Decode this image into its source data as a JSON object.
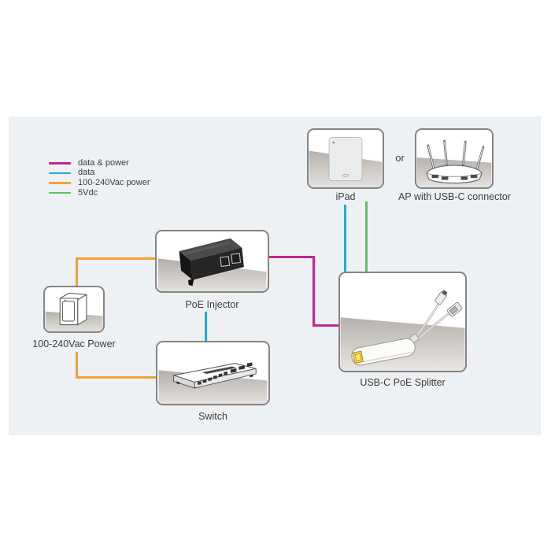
{
  "diagram": {
    "legend": {
      "items": [
        {
          "label": "data & power",
          "color_key": "line-magenta"
        },
        {
          "label": "data",
          "color_key": "line-blue"
        },
        {
          "label": "100-240Vac power",
          "color_key": "line-orange"
        },
        {
          "label": "5Vdc",
          "color_key": "line-green"
        }
      ]
    },
    "or_label": "or",
    "nodes": {
      "ipad": {
        "label": "iPad"
      },
      "ap": {
        "label": "AP with USB-C connector"
      },
      "injector": {
        "label": "PoE Injector"
      },
      "power": {
        "label": "100-240Vac Power"
      },
      "switch": {
        "label": "Switch"
      },
      "splitter": {
        "label": "USB-C PoE Splitter"
      }
    },
    "connections": [
      {
        "from": "100-240Vac Power",
        "to": "PoE Injector",
        "type": "100-240Vac power"
      },
      {
        "from": "100-240Vac Power",
        "to": "Switch",
        "type": "100-240Vac power"
      },
      {
        "from": "Switch",
        "to": "PoE Injector",
        "type": "data"
      },
      {
        "from": "PoE Injector",
        "to": "USB-C PoE Splitter",
        "type": "data & power"
      },
      {
        "from": "USB-C PoE Splitter",
        "to": "iPad or AP",
        "type": "data"
      },
      {
        "from": "USB-C PoE Splitter",
        "to": "iPad or AP",
        "type": "5Vdc"
      }
    ]
  },
  "colors": {
    "line-magenta": "#c4268c",
    "line-blue": "#2ba6db",
    "line-orange": "#f5a02e",
    "line-green": "#63be63",
    "panel-bg": "#edf1f4",
    "box-border": "#848484",
    "text": "#3d3d3d"
  }
}
